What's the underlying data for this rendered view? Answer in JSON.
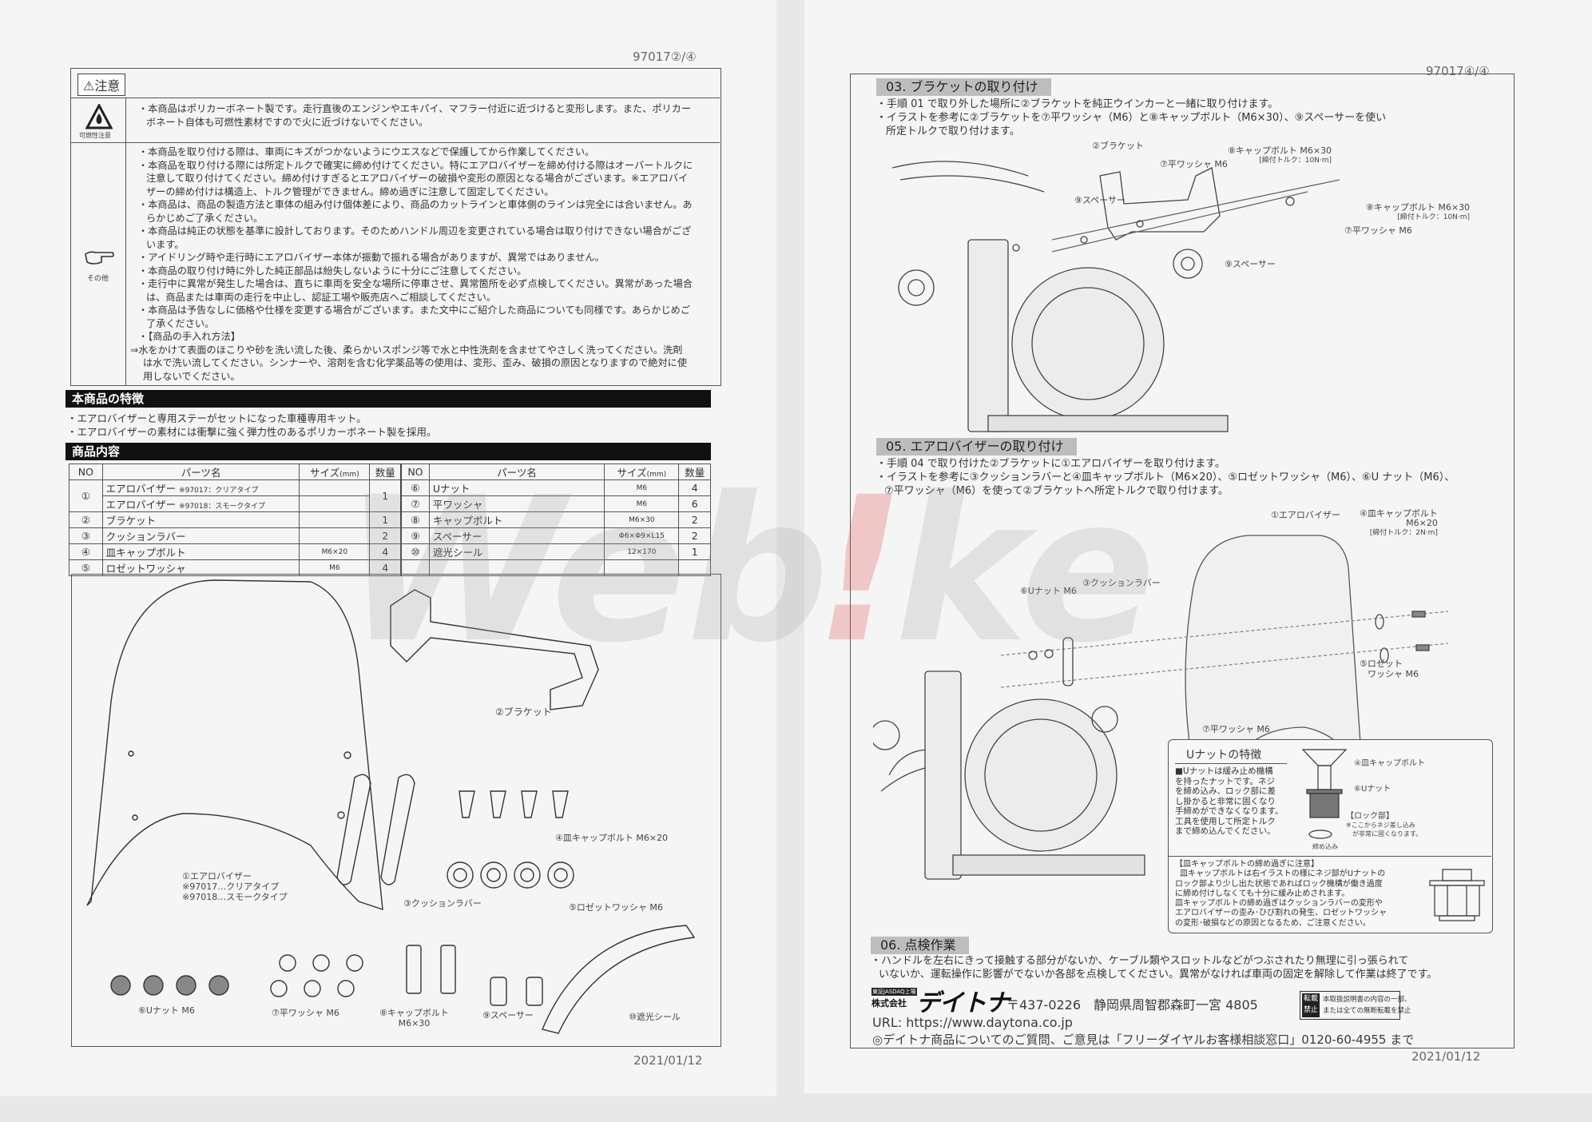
{
  "watermark": "Web!ke",
  "left_page": {
    "page_number": "97017②/④",
    "date": "2021/01/12",
    "caution": {
      "title": "⚠注意",
      "flammable_label": "可燃性注意",
      "flammable_lines": [
        "・本商品はポリカーボネート製です。走行直後のエンジンやエキパイ、マフラー付近に近づけると変形します。また、ポリカー",
        "ボネート自体も可燃性素材ですので火に近づけないでください。"
      ],
      "other_label": "その他",
      "other_lines": [
        "・本商品を取り付ける際は、車両にキズがつかないようにウエスなどで保護してから作業してください。",
        "・本商品を取り付ける際には所定トルクで確実に締め付けてください。特にエアロバイザーを締め付ける際はオーバートルクに",
        "注意して取り付けてください。締め付けすぎるとエアロバイザーの破損や変形の原因となる場合がございます。※エアロバイ",
        "ザーの締め付けは構造上、トルク管理ができません。締め過ぎに注意して固定してください。",
        "・本商品は、商品の製造方法と車体の組み付け個体差により、商品のカットラインと車体側のラインは完全には合いません。あ",
        "らかじめご了承ください。",
        "・本商品は純正の状態を基準に設計しております。そのためハンドル周辺を変更されている場合は取り付けできない場合がござ",
        "います。",
        "・アイドリング時や走行時にエアロバイザー本体が振動で振れる場合がありますが、異常ではありません。",
        "・本商品の取り付け時に外した純正部品は紛失しないように十分にご注意してください。",
        "・走行中に異常が発生した場合は、直ちに車両を安全な場所に停車させ、異常箇所を必ず点検してください。異常があった場合",
        "は、商品または車両の走行を中止し、認証工場や販売店へご相談してください。",
        "・本商品は予告なしに価格や仕様を変更する場合がございます。また文中にご紹介した商品についても同様です。あらかじめご",
        "了承ください。",
        "・【商品の手入れ方法】",
        "⇒水をかけて表面のほこりや砂を洗い流した後、柔らかいスポンジ等で水と中性洗剤を含ませてやさしく洗ってください。洗剤",
        "は水で洗い流してください。シンナーや、溶剤を含む化学薬品等の使用は、変形、歪み、破損の原因となりますので絶対に使",
        "用しないでください。"
      ]
    },
    "features": {
      "title": "本商品の特徴",
      "items": [
        "・エアロバイザーと専用ステーがセットになった車種専用キット。",
        "・エアロバイザーの素材には衝撃に強く弾力性のあるポリカーボネート製を採用。"
      ]
    },
    "contents": {
      "title": "商品内容",
      "headers": {
        "no": "NO",
        "name": "パーツ名",
        "size": "サイズ",
        "size_unit": "(mm)",
        "qty": "数量"
      },
      "left_rows": [
        {
          "no": "①",
          "name": "エアロバイザー",
          "note": "※97017：クリアタイプ",
          "name2": "エアロバイザー",
          "note2": "※97018：スモークタイプ",
          "size": "",
          "qty": "1"
        },
        {
          "no": "②",
          "name": "ブラケット",
          "size": "",
          "qty": "1"
        },
        {
          "no": "③",
          "name": "クッションラバー",
          "size": "",
          "qty": "2"
        },
        {
          "no": "④",
          "name": "皿キャップボルト",
          "size": "M6×20",
          "qty": "4"
        },
        {
          "no": "⑤",
          "name": "ロゼットワッシャ",
          "size": "M6",
          "qty": "4"
        }
      ],
      "right_rows": [
        {
          "no": "⑥",
          "name": "Uナット",
          "size": "M6",
          "qty": "4"
        },
        {
          "no": "⑦",
          "name": "平ワッシャ",
          "size": "M6",
          "qty": "6"
        },
        {
          "no": "⑧",
          "name": "キャップボルト",
          "size": "M6×30",
          "qty": "2"
        },
        {
          "no": "⑨",
          "name": "スペーサー",
          "size": "Φ6×Φ9×L15",
          "qty": "2"
        },
        {
          "no": "⑩",
          "name": "遮光シール",
          "size": "12×170",
          "qty": "1"
        }
      ]
    },
    "illustration_labels": {
      "visor": "①エアロバイザー",
      "visor_note1": "※97017…クリアタイプ",
      "visor_note2": "※97018…スモークタイプ",
      "bracket": "②ブラケット",
      "cushion": "③クッションラバー",
      "flat_bolt": "④皿キャップボルト M6×20",
      "rosette": "⑤ロゼットワッシャ M6",
      "unut": "⑥Uナット M6",
      "washer": "⑦平ワッシャ M6",
      "capbolt": "⑧キャップボルト",
      "capbolt_size": "M6×30",
      "spacer": "⑨スペーサー",
      "seal": "⑩遮光シール"
    }
  },
  "right_page": {
    "page_number": "97017④/④",
    "date": "2021/01/12",
    "step03": {
      "title": "03. ブラケットの取り付け",
      "lines": [
        "・手順 01 で取り外した場所に②ブラケットを純正ウインカーと一緒に取り付けます。",
        "・イラストを参考に②ブラケットを⑦平ワッシャ（M6）と⑧キャップボルト（M6×30）、⑨スペーサーを使い",
        "所定トルクで取り付けます。"
      ],
      "labels": {
        "bracket": "②ブラケット",
        "washer_a": "⑦平ワッシャ M6",
        "capbolt_a": "⑧キャップボルト M6×30",
        "torque_a": "[締付トルク：10N·m]",
        "spacer_a": "⑨スペーサー",
        "capbolt_b": "⑧キャップボルト M6×30",
        "torque_b": "[締付トルク：10N·m]",
        "washer_b": "⑦平ワッシャ M6",
        "spacer_b": "⑨スペーサー"
      }
    },
    "step05": {
      "title": "05. エアロバイザーの取り付け",
      "lines": [
        "・手順 04 で取り付けた②ブラケットに①エアロバイザーを取り付けます。",
        "・イラストを参考に③クッションラバーと④皿キャップボルト（M6×20）、⑤ロゼットワッシャ（M6）、⑥U ナット（M6）、",
        "⑦平ワッシャ（M6）を使って②ブラケットへ所定トルクで取り付けます。"
      ],
      "labels": {
        "visor": "①エアロバイザー",
        "flat_bolt": "④皿キャップボルト",
        "flat_bolt_size": "M6×20",
        "flat_bolt_torque": "[締付トルク：2N·m]",
        "cushion": "③クッションラバー",
        "unut": "⑥Uナット M6",
        "washer": "⑦平ワッシャ M6",
        "rosette1": "⑤ロゼット",
        "rosette2": "ワッシャ M6"
      }
    },
    "unut_box": {
      "title": "Uナットの特徴",
      "desc": [
        "■Uナットは緩み止め機構",
        "を持ったナットです。ネジ",
        "を締め込み、ロック部に差",
        "し掛かると非常に固くなり",
        "手締めができなくなります。",
        "工具を使用して所定トルク",
        "まで締め込んでください。"
      ],
      "label_bolt": "④皿キャップボルト",
      "label_nut": "⑥Uナット",
      "label_lock": "【ロック部】",
      "label_lock_note1": "※ここからネジ差し込み",
      "label_lock_note2": "が非常に固くなります。",
      "label_tighten": "締め込み",
      "warning": [
        "【皿キャップボルトの締め過ぎに注意】",
        "皿キャップボルトは右イラストの様にネジ部がUナットの",
        "ロック部より少し出た状態であればロック機構が働き過度",
        "に締め付けしなくても十分に緩み止めされます。",
        "皿キャップボルトの締め過ぎはクッションラバーの変形や",
        "エアロバイザーの歪み･ひび割れの発生、ロゼットワッシャ",
        "の変形･破損などの原因となるため、ご注意ください。"
      ]
    },
    "step06": {
      "title": "06. 点検作業",
      "lines": [
        "・ハンドルを左右にきって接触する部分がないか、ケーブル類やスロットルなどがつぶされたり無理に引っ張られて",
        "いないか、運転操作に影響がでないか各部を点検してください。異常がなければ車両の固定を解除して作業は終了です。"
      ]
    },
    "footer": {
      "listing": "東証JASDAQ上場",
      "company_prefix": "株式会社",
      "brand": "デイトナ",
      "address": "〒437-0226　静岡県周智郡森町一宮 4805",
      "url": "URL: https://www.daytona.co.jp",
      "contact": "◎デイトナ商品についてのご質問、ご意見は「フリーダイヤルお客様相談窓口」0120-60-4955 まで",
      "reprint_badge1": "転載",
      "reprint_badge2": "禁止",
      "reprint_text1": "本取扱説明書の内容の一部、",
      "reprint_text2": "または全ての無断転載を禁止"
    }
  }
}
